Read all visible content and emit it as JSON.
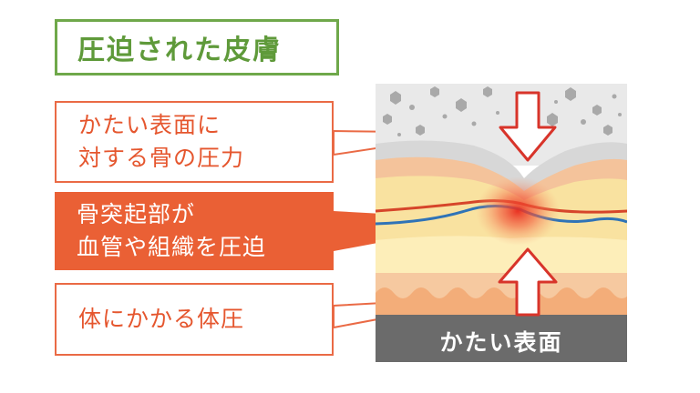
{
  "title": "圧迫された皮膚",
  "labels": [
    {
      "line1": "かたい表面に",
      "line2": "対する骨の圧力"
    },
    {
      "line1": "骨突起部が",
      "line2": "血管や組織を圧迫"
    },
    {
      "line1": "体にかかる体圧"
    }
  ],
  "surface_label": "かたい表面",
  "colors": {
    "title_green": "#6fa84a",
    "accent_orange": "#ea6035",
    "pressure_red": "#e53a2a",
    "surface_gray": "#6b6b6b"
  }
}
